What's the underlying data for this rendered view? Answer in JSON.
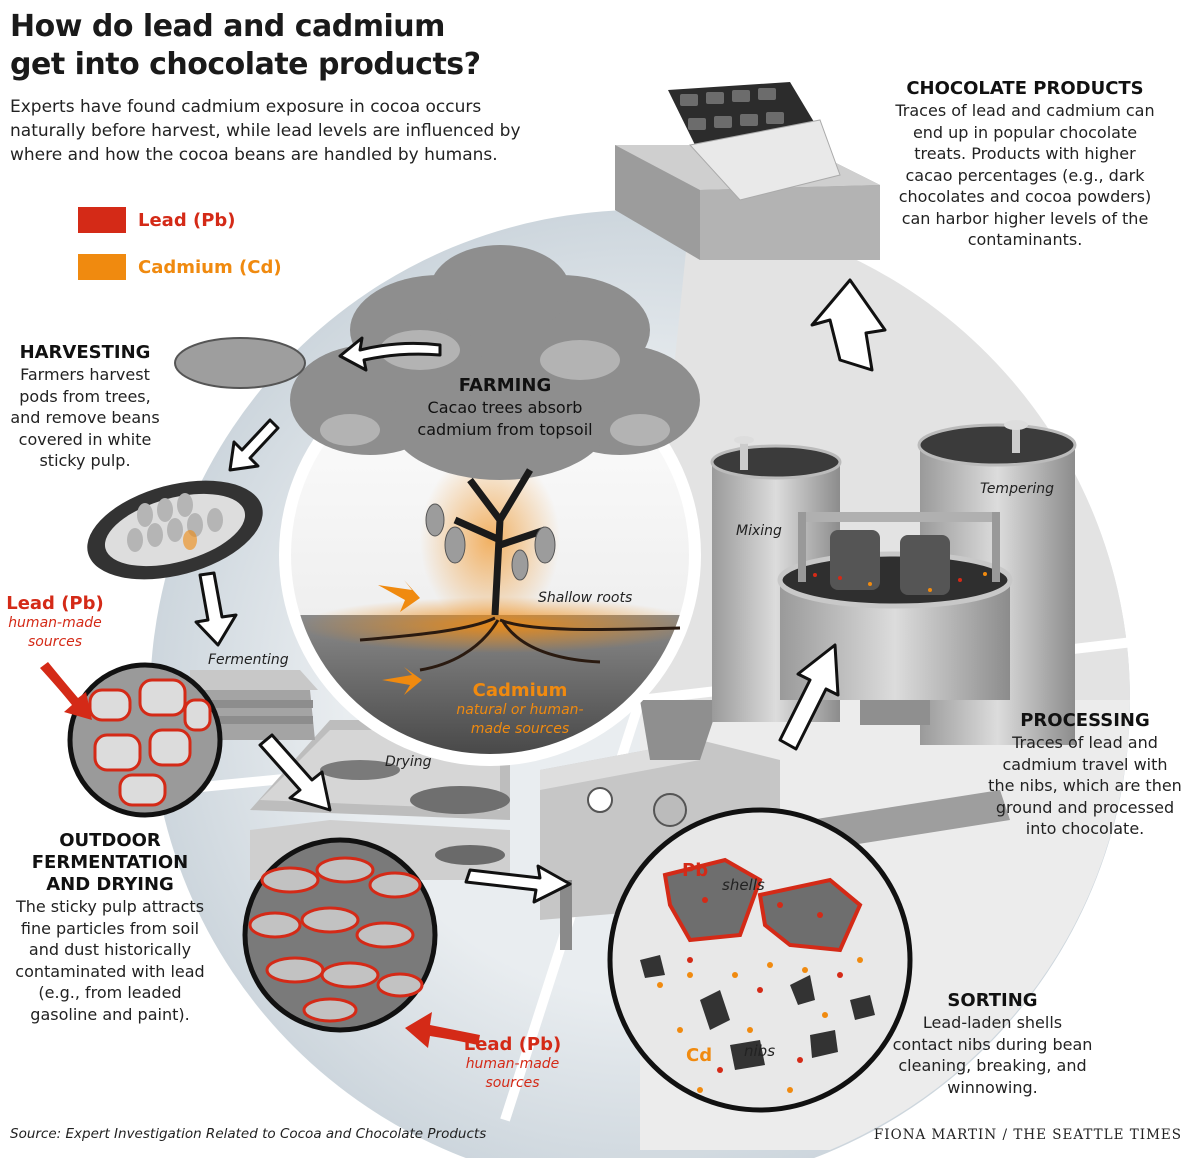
{
  "title_lines": [
    "How do lead and cadmium",
    "get into chocolate products?"
  ],
  "intro_lines": [
    "Experts have found cadmium exposure in cocoa occurs",
    "naturally before harvest, while lead levels are influenced by",
    "where and how the cocoa beans are handled by humans."
  ],
  "legend": [
    {
      "label": "Lead (Pb)",
      "color": "#d42a17"
    },
    {
      "label": "Cadmium (Cd)",
      "color": "#f08a0f"
    }
  ],
  "chocolate_products": {
    "heading": "CHOCOLATE PRODUCTS",
    "lines": [
      "Traces of lead and cadmium can",
      "end up in popular chocolate",
      "treats. Products with higher",
      "cacao percentages (e.g., dark",
      "chocolates and cocoa powders)",
      "can harbor higher levels of the",
      "contaminants."
    ]
  },
  "harvesting": {
    "heading": "HARVESTING",
    "lines": [
      "Farmers harvest",
      "pods from trees,",
      "and remove beans",
      "covered in white",
      "sticky pulp."
    ]
  },
  "farming": {
    "heading": "FARMING",
    "lines": [
      "Cacao trees absorb",
      "cadmium from topsoil"
    ],
    "roots_label": "Shallow roots",
    "cadmium_label": "Cadmium",
    "cadmium_sub": [
      "natural or human-",
      "made sources"
    ]
  },
  "lead_source_upper": {
    "label": "Lead (Pb)",
    "sub": [
      "human-made",
      "sources"
    ]
  },
  "lead_source_lower": {
    "label": "Lead (Pb)",
    "sub": [
      "human-made",
      "sources"
    ]
  },
  "fermenting_label": "Fermenting",
  "drying_label": "Drying",
  "mixing_label": "Mixing",
  "tempering_label": "Tempering",
  "fermentation": {
    "heading_lines": [
      "OUTDOOR",
      "FERMENTATION",
      "AND DRYING"
    ],
    "lines": [
      "The sticky pulp attracts",
      "fine particles from soil",
      "and dust historically",
      "contaminated with lead",
      "(e.g., from leaded",
      "gasoline and paint)."
    ]
  },
  "processing": {
    "heading": "PROCESSING",
    "lines": [
      "Traces of lead and",
      "cadmium travel with",
      "the nibs, which are then",
      "ground and processed",
      "into chocolate."
    ]
  },
  "sorting": {
    "heading": "SORTING",
    "lines": [
      "Lead-laden shells",
      "contact nibs during bean",
      "cleaning, breaking, and",
      "winnowing."
    ],
    "pb_label": "Pb",
    "shells_label": "shells",
    "cd_label": "Cd",
    "nibs_label": "nibs"
  },
  "source": "Source: Expert Investigation Related to Cocoa and Chocolate Products",
  "credit": "FIONA MARTIN / THE SEATTLE TIMES",
  "colors": {
    "lead": "#d42a17",
    "cadmium": "#f08a0f",
    "gray": "#a9a9a9",
    "bg_circle": "#dfe5ea"
  },
  "icons": [
    "chocolate-bar-icon",
    "cacao-tree-icon",
    "cocoa-pod-icon",
    "open-pod-icon",
    "fermenting-box-icon",
    "drying-tray-icon",
    "mixing-tank-icon",
    "tempering-tank-icon",
    "grinder-icon",
    "sorting-machine-icon",
    "flow-arrow-icon"
  ]
}
